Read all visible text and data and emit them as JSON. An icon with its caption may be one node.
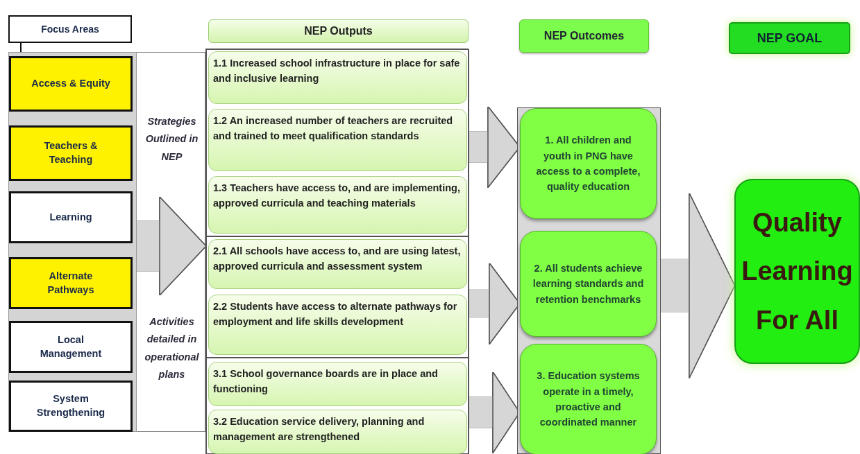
{
  "diagram": {
    "nodes": [
      {
        "text": [
          "Focus Areas"
        ]
      },
      {
        "text": [],
        "shape": "box"
      },
      {
        "text": [
          "Access & Equity"
        ],
        "in": 1
      },
      {
        "text": [
          "Teachers & Teaching"
        ],
        "in": 1
      },
      {
        "text": [
          "Learning"
        ],
        "in": 1
      },
      {
        "text": [
          "Alternate Pathways"
        ],
        "in": 1
      },
      {
        "text": [
          "Local Management"
        ],
        "in": 1
      },
      {
        "text": [
          "System Strengthening"
        ],
        "in": 1
      },
      {
        "text": [
          "NEP Outputs"
        ]
      },
      {
        "text": [],
        "shape": "box"
      },
      {
        "text": [],
        "shape": "box",
        "in": 9
      },
      {
        "text": [
          "1.1 Increased school infrastructure in place for safe and inclusive learning"
        ],
        "in": 10
      },
      {
        "text": [
          "1.2 An increased number of teachers are recruited and trained to meet qualification standards"
        ],
        "in": 10
      },
      {
        "text": [
          "1.3 Teachers have access to, and are implementing, approved curricula and teaching materials"
        ],
        "in": 10
      },
      {
        "text": [],
        "shape": "box",
        "in": 9
      },
      {
        "text": [
          "2.1 All schools have access to, and are using latest, approved curricula and assessment system"
        ],
        "in": 14
      },
      {
        "text": [
          "2.2 Students have access to alternate pathways for employment and life skills development"
        ],
        "in": 14
      },
      {
        "text": [],
        "shape": "box",
        "in": 9
      },
      {
        "text": [
          "3.1 School governance boards are in place and functioning"
        ],
        "in": 17
      },
      {
        "text": [
          "3.2 Education service delivery, planning and management are strengthened"
        ],
        "in": 17
      },
      {
        "text": [
          "NEP Outcomes"
        ]
      },
      {
        "text": [],
        "shape": "box"
      },
      {
        "text": [
          "1. All children and youth in PNG have access to a complete, quality education"
        ],
        "in": 21
      },
      {
        "text": [
          "2. All students achieve learning standards and retention benchmarks"
        ],
        "in": 21
      },
      {
        "text": [
          "3. Education systems operate in a timely, proactive and coordinated manner"
        ],
        "in": 21
      },
      {
        "text": [
          "NEP GOAL"
        ]
      },
      {
        "text": [
          "Quality Learning For All"
        ]
      }
    ],
    "edges": [
      {
        "from": 0,
        "to": 2,
        "arrow": "none",
        "color": "#111111"
      },
      {
        "from": 1,
        "to": 9,
        "arrow": "to"
      },
      {
        "from": 10,
        "to": 22,
        "arrow": "to"
      },
      {
        "from": 14,
        "to": 23,
        "arrow": "to"
      },
      {
        "from": 17,
        "to": 24,
        "arrow": "to"
      },
      {
        "from": 21,
        "to": 26,
        "arrow": "to"
      }
    ],
    "labels": [
      "Strategies Outlined in NEP",
      "Activities detailed in operational plans"
    ]
  }
}
